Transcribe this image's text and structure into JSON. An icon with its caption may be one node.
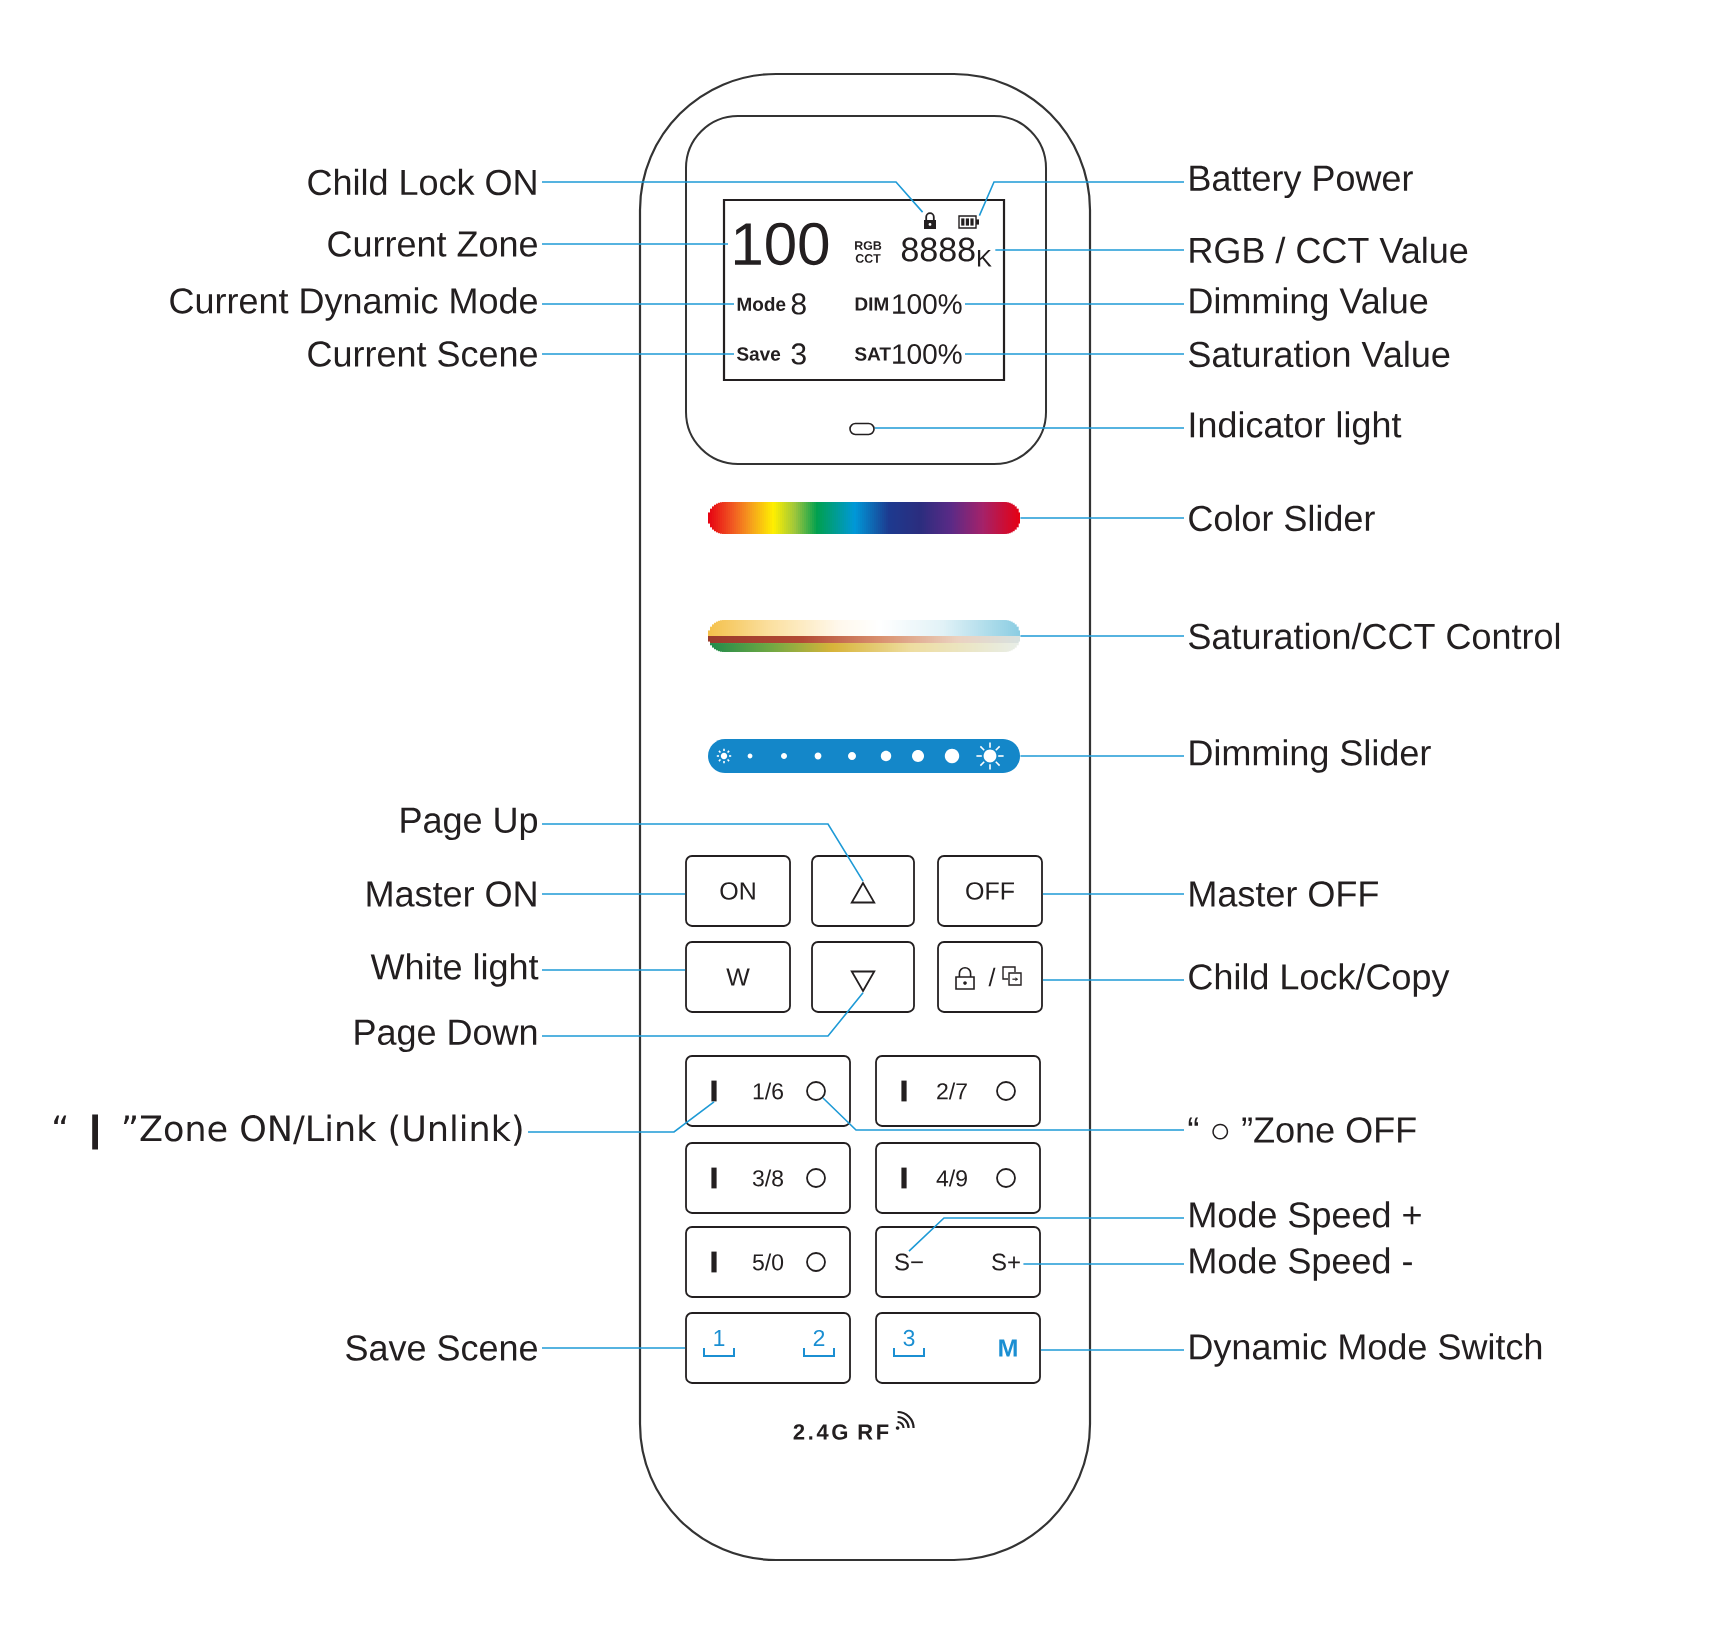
{
  "diagram": {
    "nodes": [
      {
        "text": [
          "2.4G RF"
        ]
      },
      {
        "text": [],
        "shape": "box",
        "in": 0
      },
      {
        "text": [],
        "shape": "box",
        "in": 1
      },
      {
        "text": [],
        "shape": "picture",
        "in": 2
      },
      {
        "text": [],
        "shape": "picture",
        "in": 2
      },
      {
        "text": [
          "100"
        ],
        "in": 2
      },
      {
        "text": [
          "RGB CCT",
          "8888$_{K}$"
        ],
        "in": 2
      },
      {
        "text": [
          "Mode",
          "8"
        ],
        "in": 2
      },
      {
        "text": [
          "DIM",
          "100%"
        ],
        "in": 2
      },
      {
        "text": [
          "Save",
          "3"
        ],
        "in": 2
      },
      {
        "text": [
          "SAT",
          "100%"
        ],
        "in": 2
      },
      {
        "text": [],
        "shape": "box",
        "in": 1
      },
      {
        "text": [],
        "shape": "bar",
        "in": 0
      },
      {
        "text": [],
        "shape": "bar",
        "in": 0
      },
      {
        "text": [],
        "shape": "bar",
        "in": 0
      },
      {
        "text": [
          "ON"
        ],
        "in": 0
      },
      {
        "text": [],
        "shape": "box",
        "in": 0
      },
      {
        "text": [],
        "shape": "triangle",
        "in": 16
      },
      {
        "text": [
          "OFF"
        ],
        "in": 0
      },
      {
        "text": [
          "W"
        ],
        "in": 0
      },
      {
        "text": [],
        "shape": "box",
        "in": 0
      },
      {
        "text": [],
        "shape": "triangle",
        "in": 20
      },
      {
        "text": [
          "/"
        ],
        "in": 0
      },
      {
        "text": [
          "1/6"
        ],
        "in": 0
      },
      {
        "text": [],
        "shape": "bar",
        "in": 23
      },
      {
        "text": [],
        "shape": "circle",
        "in": 23
      },
      {
        "text": [
          "2/7"
        ],
        "in": 0
      },
      {
        "text": [
          "3/8"
        ],
        "in": 0
      },
      {
        "text": [
          "4/9"
        ],
        "in": 0
      },
      {
        "text": [
          "5/0"
        ],
        "in": 0
      },
      {
        "text": [],
        "shape": "box",
        "in": 0
      },
      {
        "text": [
          "S−"
        ],
        "in": 30
      },
      {
        "text": [
          "S+"
        ],
        "in": 30
      },
      {
        "text": [
          "1",
          "2"
        ],
        "in": 0
      },
      {
        "text": [
          "3",
          "M"
        ],
        "in": 0
      },
      {
        "text": [
          "Child Lock ON"
        ]
      },
      {
        "text": [
          "Current Zone"
        ]
      },
      {
        "text": [
          "Current Dynamic Mode"
        ]
      },
      {
        "text": [
          "Current Scene"
        ]
      },
      {
        "text": [
          "Battery Power"
        ]
      },
      {
        "text": [
          "RGB / CCT Value"
        ]
      },
      {
        "text": [
          "Dimming Value"
        ]
      },
      {
        "text": [
          "Saturation Value"
        ]
      },
      {
        "text": [
          "Indicator light"
        ]
      },
      {
        "text": [
          "Color Slider"
        ]
      },
      {
        "text": [
          "Saturation/CCT Control"
        ]
      },
      {
        "text": [
          "Dimming Slider"
        ]
      },
      {
        "text": [
          "Page Up"
        ]
      },
      {
        "text": [
          "Master ON"
        ]
      },
      {
        "text": [
          "White light"
        ]
      },
      {
        "text": [
          "Page Down"
        ]
      },
      {
        "text": [
          "“ ❙ ”Zone ON/Link (Unlink)"
        ]
      },
      {
        "text": [
          "Master OFF"
        ]
      },
      {
        "text": [
          "Child Lock/Copy"
        ]
      },
      {
        "text": [
          "“ ○ ”Zone OFF"
        ]
      },
      {
        "text": [
          "Mode Speed +"
        ]
      },
      {
        "text": [
          "Mode Speed -"
        ]
      },
      {
        "text": [
          "Save Scene"
        ]
      },
      {
        "text": [
          "Dynamic Mode Switch"
        ]
      }
    ],
    "edges": [
      {
        "from": 35,
        "to": 3,
        "arrow": "none"
      },
      {
        "from": 36,
        "to": 5,
        "arrow": "none"
      },
      {
        "from": 37,
        "to": 7,
        "arrow": "none"
      },
      {
        "from": 38,
        "to": 9,
        "arrow": "none"
      },
      {
        "from": 39,
        "to": 4,
        "arrow": "none"
      },
      {
        "from": 40,
        "to": 6,
        "arrow": "none"
      },
      {
        "from": 41,
        "to": 8,
        "arrow": "none"
      },
      {
        "from": 42,
        "to": 10,
        "arrow": "none"
      },
      {
        "from": 43,
        "to": 11,
        "arrow": "none"
      },
      {
        "from": 44,
        "to": 12,
        "arrow": "none"
      },
      {
        "from": 45,
        "to": 13,
        "arrow": "none"
      },
      {
        "from": 46,
        "to": 14,
        "arrow": "none"
      },
      {
        "from": 47,
        "to": 17,
        "arrow": "none"
      },
      {
        "from": 48,
        "to": 15,
        "arrow": "none"
      },
      {
        "from": 49,
        "to": 19,
        "arrow": "none"
      },
      {
        "from": 50,
        "to": 21,
        "arrow": "none"
      },
      {
        "from": 51,
        "to": 24,
        "arrow": "none"
      },
      {
        "from": 52,
        "to": 18,
        "arrow": "none"
      },
      {
        "from": 53,
        "to": 22,
        "arrow": "none"
      },
      {
        "from": 54,
        "to": 25,
        "arrow": "none"
      },
      {
        "from": 55,
        "to": 31,
        "arrow": "none"
      },
      {
        "from": 56,
        "to": 32,
        "arrow": "none"
      },
      {
        "from": 57,
        "to": 33,
        "arrow": "none"
      },
      {
        "from": 58,
        "to": 34,
        "arrow": "none"
      }
    ]
  }
}
